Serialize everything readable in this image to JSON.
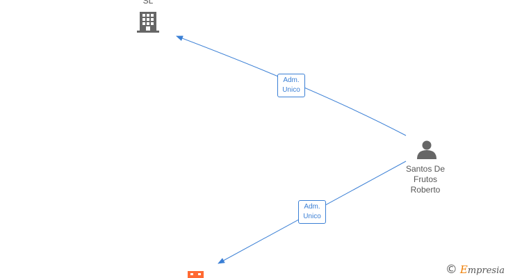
{
  "nodes": {
    "company_top": {
      "label": "SL",
      "icon": "building-icon",
      "color": "#666666"
    },
    "person": {
      "label_lines": [
        "Santos De",
        "Frutos",
        "Roberto"
      ],
      "icon": "person-icon",
      "color": "#666666"
    },
    "company_bottom": {
      "icon": "building-icon",
      "color": "#ff6a33"
    }
  },
  "edges": [
    {
      "from": "person",
      "to": "company_top",
      "label_lines": [
        "Adm.",
        "Unico"
      ]
    },
    {
      "from": "person",
      "to": "company_bottom",
      "label_lines": [
        "Adm.",
        "Unico"
      ]
    }
  ],
  "edge_color": "#3a7fd5",
  "watermark": {
    "symbol": "©",
    "brand": "Empresia",
    "brand_first": "E",
    "brand_rest": "mpresia",
    "accent": "#f07d00"
  }
}
